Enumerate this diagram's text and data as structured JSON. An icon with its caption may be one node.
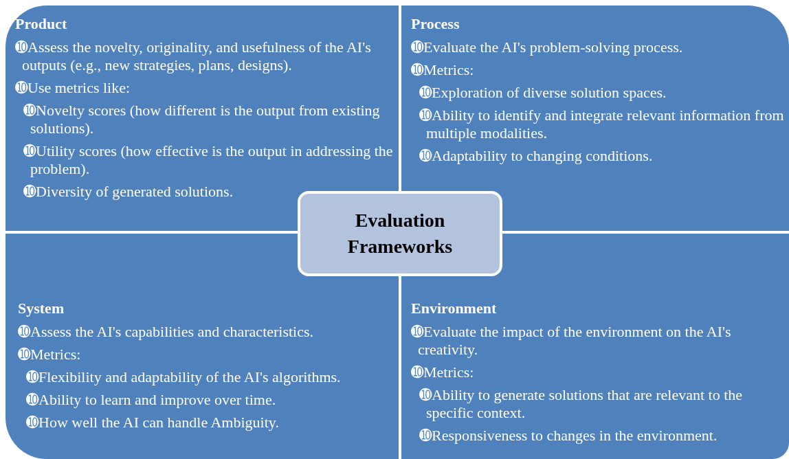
{
  "diagram": {
    "nodes": [
      {
        "text": [
          "Product",
          "➓Assess the novelty, originality, and usefulness of the AI's outputs (e.g., new strategies, plans, designs).",
          "➓Use metrics like:",
          "➓Novelty scores (how different is the output from existing solutions).",
          "➓Utility scores (how effective is the output in addressing the problem).",
          "➓Diversity of generated solutions."
        ]
      },
      {
        "text": [
          "Process",
          "➓Evaluate the AI's problem-solving process.",
          "➓Metrics:",
          "➓Exploration of diverse solution spaces.",
          "➓Ability to identify and integrate relevant information from multiple modalities.",
          "➓Adaptability to changing conditions."
        ]
      },
      {
        "text": [
          "Evaluation Frameworks"
        ]
      },
      {
        "text": [
          "System",
          "➓Assess the AI's capabilities and characteristics.",
          "➓Metrics:",
          "➓Flexibility and adaptability of the AI's algorithms.",
          "➓Ability to learn and improve over time.",
          "➓How well the AI can handle Ambiguity."
        ]
      },
      {
        "text": [
          "Environment",
          "➓Evaluate the impact of the environment on the AI's creativity.",
          "➓Metrics:",
          "➓Ability to generate solutions that are relevant to the specific context.",
          "➓Responsiveness to changes in the environment."
        ]
      }
    ]
  }
}
